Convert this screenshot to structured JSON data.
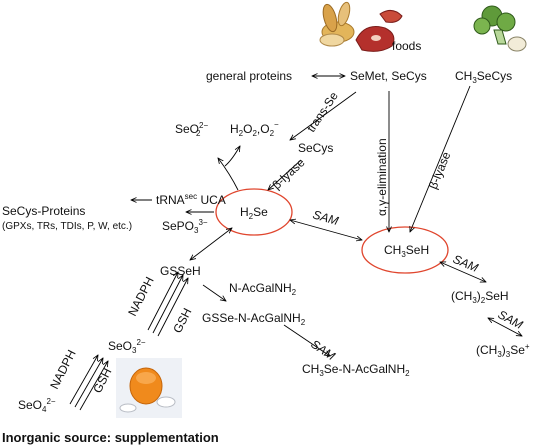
{
  "nodes": {
    "foods": "foods",
    "general_proteins": "general proteins",
    "semet_secys": "SeMet, SeCys",
    "ch3secys": {
      "main": "CH",
      "sub": "3",
      "tail": "SeCys"
    },
    "seo2": {
      "main": "SeO",
      "sub": "2",
      "sup": "2−"
    },
    "h2o2": {
      "a": "H",
      "b": "2",
      "c": "O",
      "d": "2",
      "e": ",O",
      "f": "2",
      "sup": "−"
    },
    "secys": "SeCys",
    "h2se": {
      "a": "H",
      "b": "2",
      "c": "Se"
    },
    "ch3seh": {
      "a": "CH",
      "b": "3",
      "c": "SeH"
    },
    "secys_proteins": "SeCys-Proteins",
    "secys_proteins_detail": "(GPXs, TRs, TDIs, P, W, etc.)",
    "trna": {
      "a": "tRNA",
      "sup": "sec",
      "b": " UCA"
    },
    "sepo3": {
      "a": "SePO",
      "b": "3",
      "sup": "3−"
    },
    "gsseh": "GSSeH",
    "n_acgalnh2": {
      "a": "N-AcGalNH",
      "b": "2"
    },
    "gsse_n_acgalnh2": {
      "a": "GSSe-N-AcGalNH",
      "b": "2"
    },
    "seo3": {
      "a": "SeO",
      "b": "3",
      "sup": "2−"
    },
    "seo4": {
      "a": "SeO",
      "b": "4",
      "sup": "2−"
    },
    "ch3se_n_acgalnh2": {
      "a": "CH",
      "b": "3",
      "c": "Se-N-AcGalNH",
      "d": "2"
    },
    "ch3_2seh": {
      "a": "(CH",
      "b": "3",
      "c": ")",
      "d": "2",
      "e": "SeH"
    },
    "ch3_3se": {
      "a": "(CH",
      "b": "3",
      "c": ")",
      "d": "3",
      "e": "Se",
      "sup": "+"
    }
  },
  "edge_labels": {
    "trans_se": "trans-Se",
    "alpha_gamma": "α,γ-elimination",
    "beta_lyase_left": "β-lyase",
    "beta_lyase_right": "β-lyase",
    "sam_1": "SAM",
    "sam_2": "SAM",
    "sam_3": "SAM",
    "sam_4": "SAM",
    "nadph_1": "NADPH",
    "nadph_2": "NADPH",
    "gsh_1": "GSH",
    "gsh_2": "GSH"
  },
  "footer": "Inorganic source: supplementation",
  "colors": {
    "highlight_ellipse": "#e0462e",
    "arrows": "#000000"
  },
  "icons": [
    "bread-icon",
    "meat-icon",
    "broccoli-icon",
    "supplement-pills-icon"
  ]
}
